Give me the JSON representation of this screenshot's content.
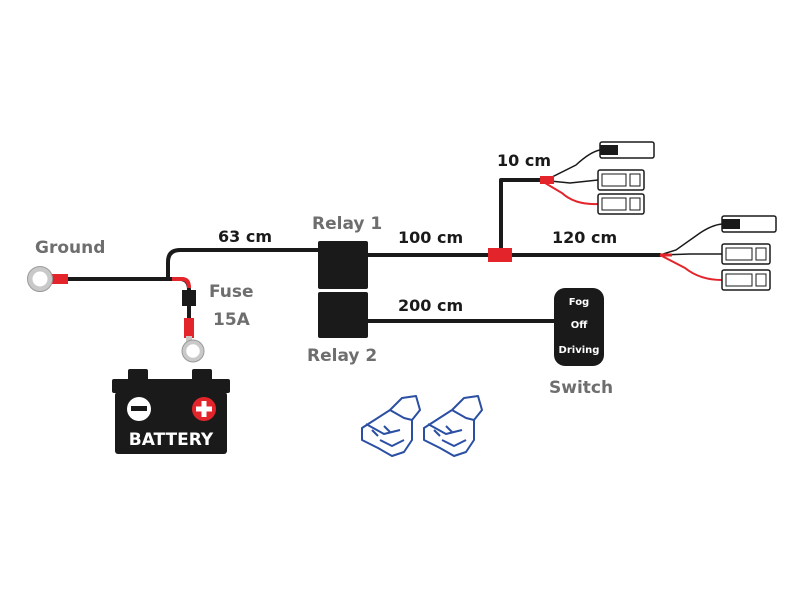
{
  "labels": {
    "ground": "Ground",
    "fuse": "Fuse",
    "fuse_rating": "15A",
    "battery": "BATTERY",
    "relay1": "Relay 1",
    "relay2": "Relay 2",
    "switch": "Switch",
    "len_63": "63 cm",
    "len_100": "100 cm",
    "len_120": "120 cm",
    "len_10": "10 cm",
    "len_200": "200 cm"
  },
  "switch_buttons": {
    "fog": "Fog",
    "off": "Off",
    "driving": "Driving"
  },
  "colors": {
    "wire": "#1a1a1a",
    "accent_red": "#e3252b",
    "label_gray": "#6e6e6e",
    "connector_blue": "#2b4fa3",
    "terminal_gray": "#c9c9c9"
  }
}
